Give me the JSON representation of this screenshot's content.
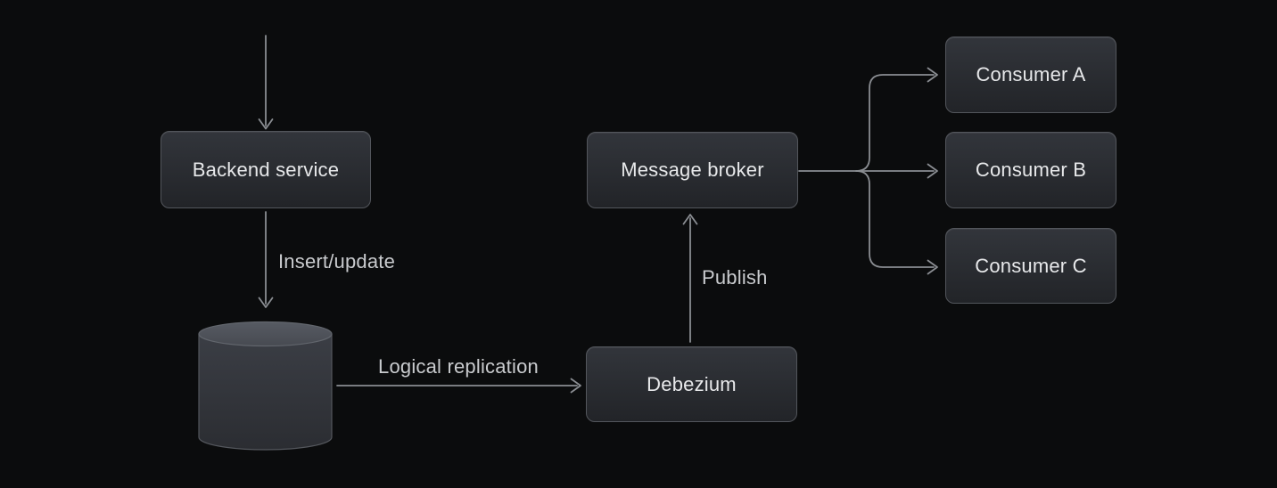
{
  "colors": {
    "bg": "#0b0c0d",
    "line": "#8a8d92",
    "label-text": "#c9cbce",
    "node-text": "#e7e8ea",
    "node-fill-top": "#32353b",
    "node-fill-bottom": "#222428",
    "node-border": "#53565c"
  },
  "diagram": {
    "type": "flow-diagram",
    "nodes": [
      {
        "id": "backend-service",
        "label": "Backend service",
        "shape": "rounded-rect"
      },
      {
        "id": "message-broker",
        "label": "Message broker",
        "shape": "rounded-rect"
      },
      {
        "id": "debezium",
        "label": "Debezium",
        "shape": "rounded-rect"
      },
      {
        "id": "consumer-a",
        "label": "Consumer A",
        "shape": "rounded-rect"
      },
      {
        "id": "consumer-b",
        "label": "Consumer B",
        "shape": "rounded-rect"
      },
      {
        "id": "consumer-c",
        "label": "Consumer C",
        "shape": "rounded-rect"
      },
      {
        "id": "database",
        "label": "",
        "shape": "cylinder"
      }
    ],
    "edges": [
      {
        "from": "external",
        "to": "backend-service",
        "label": ""
      },
      {
        "from": "backend-service",
        "to": "database",
        "label": "Insert/update"
      },
      {
        "from": "database",
        "to": "debezium",
        "label": "Logical replication"
      },
      {
        "from": "debezium",
        "to": "message-broker",
        "label": "Publish"
      },
      {
        "from": "message-broker",
        "to": "consumer-a",
        "label": ""
      },
      {
        "from": "message-broker",
        "to": "consumer-b",
        "label": ""
      },
      {
        "from": "message-broker",
        "to": "consumer-c",
        "label": ""
      }
    ]
  }
}
